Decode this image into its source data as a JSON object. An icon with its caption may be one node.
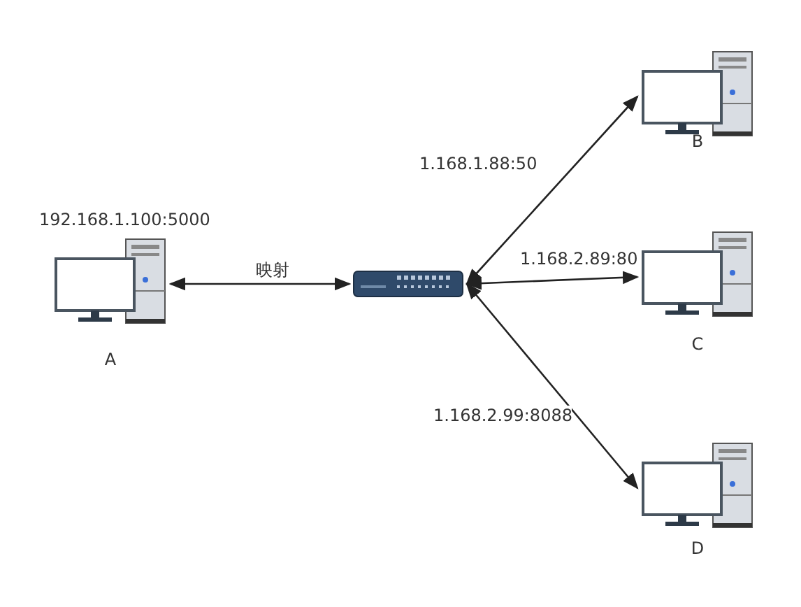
{
  "diagram": {
    "nodes": [
      {
        "text": [
          "A"
        ],
        "beside": [
          "192.168.1.100:5000"
        ]
      },
      {
        "text": [],
        "shape": "picture"
      },
      {
        "text": [
          "B"
        ]
      },
      {
        "text": [
          "C"
        ]
      },
      {
        "text": [
          "D"
        ]
      }
    ],
    "edges": [
      {
        "from": 0,
        "to": 1,
        "arrow": "both",
        "label": "映射"
      },
      {
        "from": 1,
        "to": 2,
        "arrow": "both",
        "label": "1.168.1.88:50"
      },
      {
        "from": 1,
        "to": 3,
        "arrow": "both",
        "label": "1.168.2.89:80"
      },
      {
        "from": 1,
        "to": 4,
        "arrow": "both",
        "label": "1.168.2.99:8088"
      }
    ]
  }
}
